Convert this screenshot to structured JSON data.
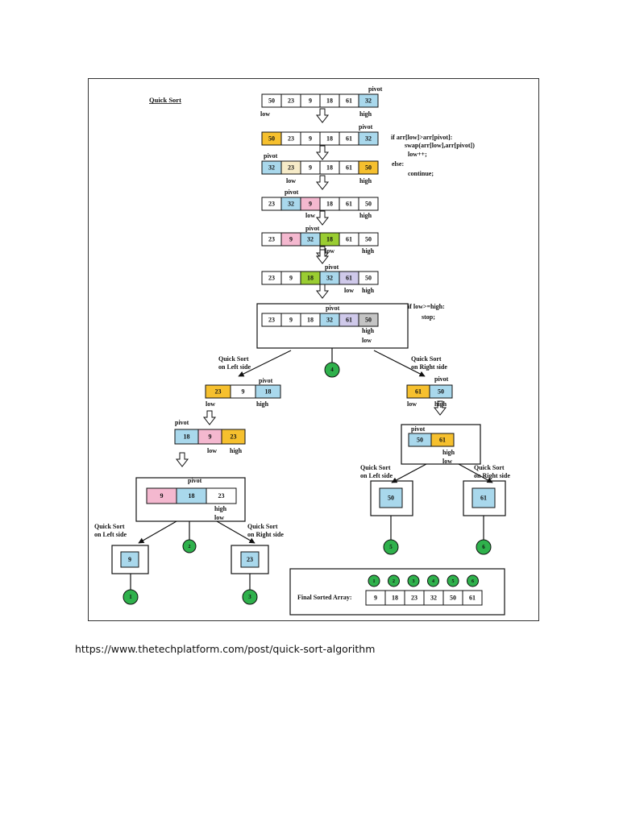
{
  "title": "Quick Sort",
  "source_url": "https://www.thetechplatform.com/post/quick-sort-algorithm",
  "colors": {
    "blue": "#a9d8ec",
    "orange": "#f6c02e",
    "pink": "#f4b8cf",
    "green": "#9acd32",
    "lavender": "#cfc9ea",
    "cream": "#f6ebc8",
    "gray": "#c4c4c4",
    "circle": "#2fb14c",
    "white": "#ffffff"
  },
  "labels": {
    "pivot": "pivot",
    "low": "low",
    "high": "high",
    "qs_left_1": "Quick Sort",
    "qs_left_2": "on Left side",
    "qs_right_1": "Quick Sort",
    "qs_right_2": "on Right side",
    "final": "Final Sorted Array:"
  },
  "code": {
    "block1": [
      "if arr[low]>arr[pivot]:",
      "swap(arr[low],arr[pivot])",
      "low++;",
      "else:",
      "continue;"
    ],
    "block2": [
      "if low>=high:",
      "stop;"
    ]
  },
  "rows": [
    {
      "name": "step-1",
      "cells": [
        [
          "50",
          "white"
        ],
        [
          "23",
          "white"
        ],
        [
          "9",
          "white"
        ],
        [
          "18",
          "white"
        ],
        [
          "61",
          "white"
        ],
        [
          "32",
          "blue"
        ]
      ]
    },
    {
      "name": "step-2",
      "cells": [
        [
          "50",
          "orange"
        ],
        [
          "23",
          "white"
        ],
        [
          "9",
          "white"
        ],
        [
          "18",
          "white"
        ],
        [
          "61",
          "white"
        ],
        [
          "32",
          "blue"
        ]
      ]
    },
    {
      "name": "step-3",
      "cells": [
        [
          "32",
          "blue"
        ],
        [
          "23",
          "cream"
        ],
        [
          "9",
          "white"
        ],
        [
          "18",
          "white"
        ],
        [
          "61",
          "white"
        ],
        [
          "50",
          "orange"
        ]
      ]
    },
    {
      "name": "step-4",
      "cells": [
        [
          "23",
          "white"
        ],
        [
          "32",
          "blue"
        ],
        [
          "9",
          "pink"
        ],
        [
          "18",
          "white"
        ],
        [
          "61",
          "white"
        ],
        [
          "50",
          "white"
        ]
      ]
    },
    {
      "name": "step-5",
      "cells": [
        [
          "23",
          "white"
        ],
        [
          "9",
          "pink"
        ],
        [
          "32",
          "blue"
        ],
        [
          "18",
          "green"
        ],
        [
          "61",
          "white"
        ],
        [
          "50",
          "white"
        ]
      ]
    },
    {
      "name": "step-6",
      "cells": [
        [
          "23",
          "white"
        ],
        [
          "9",
          "white"
        ],
        [
          "18",
          "green"
        ],
        [
          "32",
          "blue"
        ],
        [
          "61",
          "lavender"
        ],
        [
          "50",
          "white"
        ]
      ]
    },
    {
      "name": "step-7",
      "cells": [
        [
          "23",
          "white"
        ],
        [
          "9",
          "white"
        ],
        [
          "18",
          "white"
        ],
        [
          "32",
          "blue"
        ],
        [
          "61",
          "lavender"
        ],
        [
          "50",
          "gray"
        ]
      ]
    },
    {
      "name": "left-1",
      "cells": [
        [
          "23",
          "orange"
        ],
        [
          "9",
          "white"
        ],
        [
          "18",
          "blue"
        ]
      ]
    },
    {
      "name": "left-2",
      "cells": [
        [
          "18",
          "blue"
        ],
        [
          "9",
          "pink"
        ],
        [
          "23",
          "orange"
        ]
      ]
    },
    {
      "name": "left-3",
      "cells": [
        [
          "9",
          "pink"
        ],
        [
          "18",
          "blue"
        ],
        [
          "23",
          "white"
        ]
      ]
    },
    {
      "name": "right-1",
      "cells": [
        [
          "61",
          "orange"
        ],
        [
          "50",
          "blue"
        ]
      ]
    },
    {
      "name": "right-2",
      "cells": [
        [
          "50",
          "blue"
        ],
        [
          "61",
          "orange"
        ]
      ]
    },
    {
      "name": "leaf-9",
      "cells": [
        [
          "9",
          "blue"
        ]
      ]
    },
    {
      "name": "leaf-23",
      "cells": [
        [
          "23",
          "blue"
        ]
      ]
    },
    {
      "name": "leaf-50",
      "cells": [
        [
          "50",
          "blue"
        ]
      ]
    },
    {
      "name": "leaf-61",
      "cells": [
        [
          "61",
          "blue"
        ]
      ]
    },
    {
      "name": "final-array",
      "cells": [
        [
          "9",
          "white"
        ],
        [
          "18",
          "white"
        ],
        [
          "23",
          "white"
        ],
        [
          "32",
          "white"
        ],
        [
          "50",
          "white"
        ],
        [
          "61",
          "white"
        ]
      ]
    }
  ],
  "circles": [
    "4",
    "2",
    "1",
    "3",
    "5",
    "6"
  ],
  "legend_circles": [
    "1",
    "2",
    "3",
    "4",
    "5",
    "6"
  ]
}
